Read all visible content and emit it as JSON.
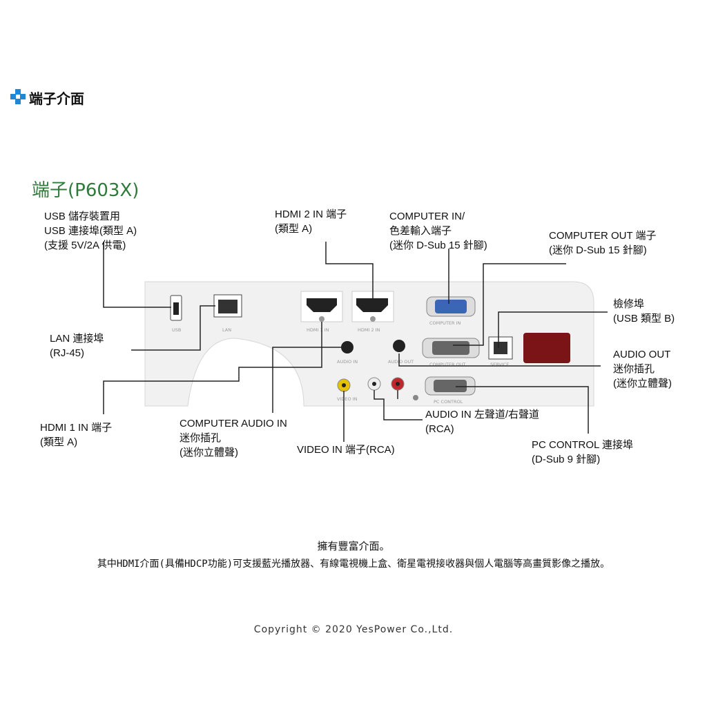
{
  "header": {
    "icon": "blue-cross-icon",
    "title": "端子介面"
  },
  "model_title": "端子(P603X)",
  "labels": {
    "usb": [
      "USB 儲存裝置用",
      "USB 連接埠(類型 A)",
      "(支援 5V/2A 供電)"
    ],
    "hdmi2": [
      "HDMI 2 IN 端子",
      "(類型 A)"
    ],
    "computer_in": [
      "COMPUTER IN/",
      "色差輸入端子",
      "(迷你 D-Sub 15 針腳)"
    ],
    "computer_out": [
      "COMPUTER OUT 端子",
      "(迷你 D-Sub 15 針腳)"
    ],
    "lan": [
      "LAN 連接埠",
      "(RJ-45)"
    ],
    "service": [
      "檢修埠",
      "(USB 類型 B)"
    ],
    "audio_out": [
      "AUDIO OUT",
      "迷你插孔",
      "(迷你立體聲)"
    ],
    "hdmi1": [
      "HDMI 1 IN 端子",
      "(類型 A)"
    ],
    "computer_audio_in": [
      "COMPUTER AUDIO IN",
      "迷你插孔",
      "(迷你立體聲)"
    ],
    "audio_in_lr": [
      "AUDIO IN 左聲道/右聲道",
      "(RCA)"
    ],
    "video_in": [
      "VIDEO IN 端子(RCA)"
    ],
    "pc_control": [
      "PC CONTROL 連接埠",
      "(D-Sub 9 針腳)"
    ]
  },
  "panel_labels": {
    "usb": "USB",
    "lan": "LAN",
    "hdmi1": "HDMI 1 IN",
    "hdmi2": "HDMI 2 IN",
    "computer_in": "COMPUTER IN",
    "audio_in": "AUDIO IN",
    "audio_out": "AUDIO OUT",
    "computer_out": "COMPUTER OUT",
    "service": "SERVICE",
    "video_in": "VIDEO IN",
    "pc_control": "PC CONTROL"
  },
  "footer": {
    "line1": "擁有豐富介面。",
    "line2": "其中HDMI介面(具備HDCP功能)可支援藍光播放器、有線電視機上盒、衛星電視接收器與個人電腦等高畫質影像之播放。",
    "copyright": "Copyright © 2020 YesPower Co.,Ltd."
  },
  "colors": {
    "accent": "#1e88d8",
    "model_title": "#2f7a3b",
    "ir_window": "#7a1416"
  }
}
